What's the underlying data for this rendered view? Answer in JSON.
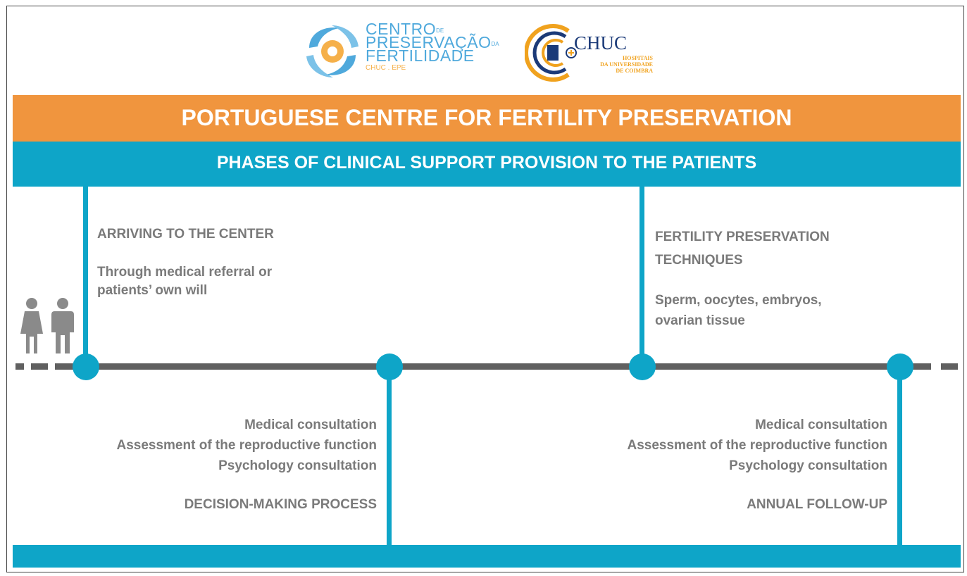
{
  "logos": {
    "cpf": {
      "line1": "CENTRO",
      "line1_sup": "DE",
      "line2": "PRESERVAÇÃO",
      "line2_sup": "DA",
      "line3": "FERTILIDADE",
      "line4": "CHUC . EPE"
    },
    "chuc": {
      "name": "CHUC",
      "sub1": "HOSPITAIS",
      "sub2": "DA UNIVERSIDADE",
      "sub3": "DE COIMBRA"
    }
  },
  "header": {
    "title": "PORTUGUESE CENTRE FOR FERTILITY PRESERVATION",
    "subtitle": "PHASES OF CLINICAL SUPPORT PROVISION TO THE PATIENTS"
  },
  "phases": {
    "arriving": {
      "title": "ARRIVING TO THE CENTER",
      "line1": "Through medical referral or",
      "line2": "patients’ own will"
    },
    "techniques": {
      "title1": "FERTILITY PRESERVATION",
      "title2": "TECHNIQUES",
      "line1": "Sperm, oocytes, embryos,",
      "line2": "ovarian tissue"
    },
    "decision": {
      "line1": "Medical consultation",
      "line2": "Assessment of the reproductive function",
      "line3": "Psychology consultation",
      "title": "DECISION-MAKING PROCESS"
    },
    "followup": {
      "line1": "Medical consultation",
      "line2": "Assessment of the reproductive function",
      "line3": "Psychology consultation",
      "title": "ANNUAL FOLLOW-UP"
    }
  },
  "colors": {
    "orange": "#f0953e",
    "blue": "#0ea5c8",
    "grey_text": "#7a7a7a",
    "timeline": "#606060"
  }
}
